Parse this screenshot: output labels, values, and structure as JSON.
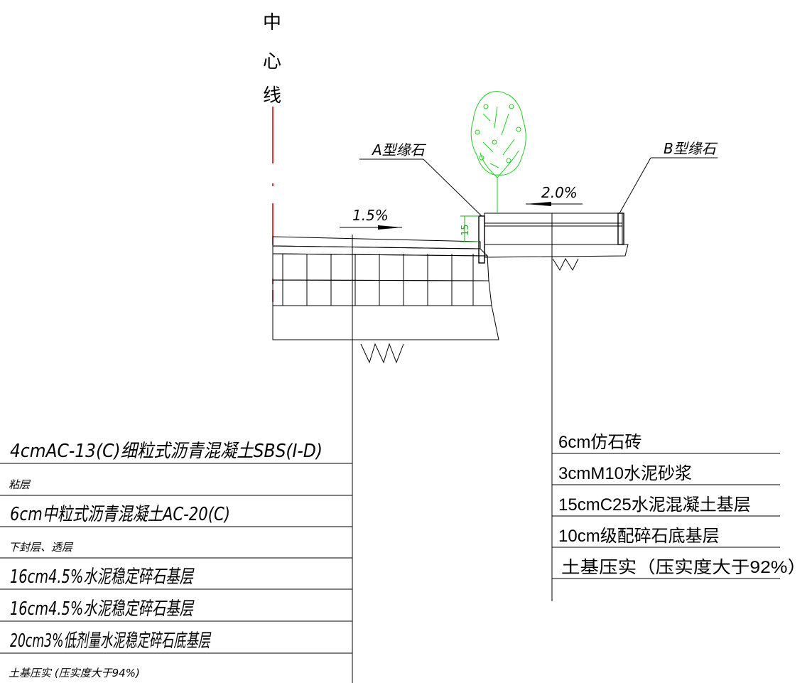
{
  "centerline": {
    "label_chars": [
      "中",
      "心",
      "线"
    ],
    "color": "#e00000"
  },
  "curbs": {
    "a_label": "A型缘石",
    "b_label": "B型缘石"
  },
  "slopes": {
    "roadway": "1.5%",
    "sidewalk": "2.0%"
  },
  "curb_height": "15",
  "roadway_layers": [
    {
      "text": "4cmAC-13(C)细粒式沥青混凝土SBS(I-D)",
      "size": "large"
    },
    {
      "text": "粘层",
      "size": "small"
    },
    {
      "text": "6cm中粒式沥青混凝土AC-20(C)",
      "size": "large"
    },
    {
      "text": "下封层、透层",
      "size": "small"
    },
    {
      "text": "16cm4.5%水泥稳定碎石基层",
      "size": "large"
    },
    {
      "text": "16cm4.5%水泥稳定碎石基层",
      "size": "large"
    },
    {
      "text": "20cm3%低剂量水泥稳定碎石底基层",
      "size": "large"
    },
    {
      "text": "土基压实 (压实度大于94%)",
      "size": "small"
    }
  ],
  "sidewalk_layers": [
    "6cm仿石砖",
    "3cmM10水泥砂浆",
    "15cmC25水泥混凝土基层",
    "10cm级配碎石底基层",
    "土基压实（压实度大于92%）"
  ],
  "colors": {
    "line": "#000000",
    "tree": "#22cc22",
    "dimension": "#22aa22",
    "centerline": "#e00000"
  }
}
